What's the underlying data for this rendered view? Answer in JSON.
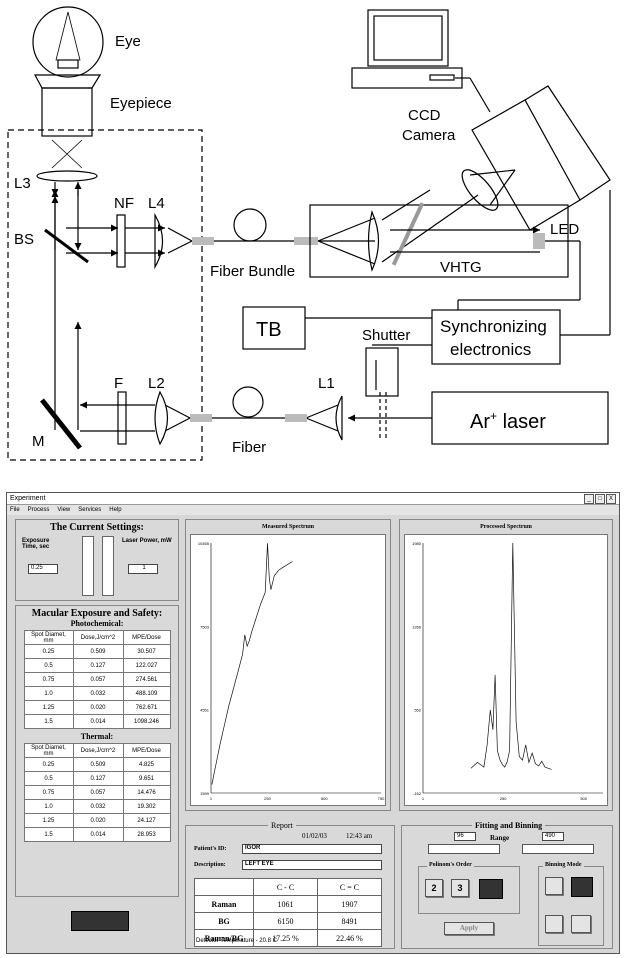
{
  "diagram": {
    "labels": {
      "eye": "Eye",
      "eyepiece": "Eyepiece",
      "l3": "L3",
      "bs": "BS",
      "nf": "NF",
      "l4": "L4",
      "fiber_bundle": "Fiber Bundle",
      "ccd_camera_1": "CCD",
      "ccd_camera_2": "Camera",
      "led": "LED",
      "vhtg": "VHTG",
      "tb": "TB",
      "sync_1": "Synchronizing",
      "sync_2": "electronics",
      "shutter": "Shutter",
      "l1": "L1",
      "laser": "Ar",
      "laser_sup": "+",
      "laser_tail": " laser",
      "f": "F",
      "l2": "L2",
      "m": "M",
      "fiber": "Fiber"
    }
  },
  "app": {
    "title": "Experiment",
    "menu": [
      "File",
      "Process",
      "View",
      "Services",
      "Help"
    ],
    "window_buttons": [
      "_",
      "□",
      "X"
    ],
    "settings": {
      "title": "The Current Settings:",
      "exposure_label": "Exposure Time, sec",
      "exposure_value": "0.25",
      "power_label": "Laser Power, mW",
      "power_value": "1"
    },
    "safety": {
      "title": "Macular Exposure and Safety:",
      "photo_title": "Photochemical:",
      "thermal_title": "Thermal:",
      "headers": [
        "Spot Diamet, mm",
        "Dose,J/cm^2",
        "MPE/Dose"
      ],
      "photo_rows": [
        [
          "0.25",
          "0.509",
          "30.507"
        ],
        [
          "0.5",
          "0.127",
          "122.027"
        ],
        [
          "0.75",
          "0.057",
          "274.561"
        ],
        [
          "1.0",
          "0.032",
          "488.109"
        ],
        [
          "1.25",
          "0.020",
          "762.671"
        ],
        [
          "1.5",
          "0.014",
          "1098.246"
        ]
      ],
      "thermal_rows": [
        [
          "0.25",
          "0.509",
          "4.825"
        ],
        [
          "0.5",
          "0.127",
          "9.651"
        ],
        [
          "0.75",
          "0.057",
          "14.476"
        ],
        [
          "1.0",
          "0.032",
          "19.302"
        ],
        [
          "1.25",
          "0.020",
          "24.127"
        ],
        [
          "1.5",
          "0.014",
          "28.953"
        ]
      ]
    },
    "measured": {
      "title": "Measured Spectrum",
      "yticks": [
        "10455",
        "7503",
        "4551",
        "1599"
      ],
      "xticks": [
        "1",
        "250",
        "500",
        "750"
      ]
    },
    "processed": {
      "title": "Processed Spectrum",
      "yticks": [
        "1980",
        "1266",
        "552",
        "-162"
      ],
      "xticks": [
        "1",
        "250",
        "500"
      ]
    },
    "report": {
      "title": "Report",
      "date": "01/02/03",
      "time": "12:43 am",
      "patient_label": "Patient's ID:",
      "patient_value": "IGOR",
      "desc_label": "Description:",
      "desc_value": "LEFT EYE",
      "col_headers": [
        "C - C",
        "C = C"
      ],
      "rows": [
        [
          "Raman",
          "1061",
          "1907"
        ],
        [
          "BG",
          "6150",
          "8491"
        ],
        [
          "Raman/BG",
          "17.25 %",
          "22.46 %"
        ]
      ],
      "detector": "Detector Temperature - 20.8 C"
    },
    "fitting": {
      "title": "Fitting and Binning",
      "range_label": "Range",
      "range_low": "96",
      "range_high": "490",
      "polinom_title": "Polinom's Order",
      "polinom_2": "2",
      "polinom_3": "3",
      "binning_title": "Binning Mode",
      "apply": "Apply"
    }
  },
  "chart_data": [
    {
      "type": "line",
      "title": "Measured Spectrum",
      "xlim": [
        1,
        750
      ],
      "ylim": [
        1599,
        10455
      ],
      "series": [
        {
          "x": [
            5,
            20,
            40,
            60,
            80,
            100,
            120,
            140,
            150,
            160,
            170,
            180,
            200,
            220,
            240,
            250,
            258,
            265,
            280,
            300,
            320,
            340,
            360
          ],
          "y": [
            1900,
            2500,
            3300,
            4000,
            4700,
            5300,
            5900,
            6500,
            7200,
            6800,
            7000,
            7300,
            7800,
            8300,
            8700,
            10450,
            9200,
            8800,
            9300,
            9500,
            9600,
            9700,
            9800
          ]
        }
      ]
    },
    {
      "type": "line",
      "title": "Processed Spectrum",
      "xlim": [
        1,
        560
      ],
      "ylim": [
        -162,
        1980
      ],
      "series": [
        {
          "x": [
            150,
            170,
            190,
            200,
            210,
            218,
            225,
            232,
            240,
            248,
            255,
            262,
            270,
            280,
            290,
            300,
            310,
            320,
            330,
            340,
            350,
            360,
            370,
            380,
            390,
            400
          ],
          "y": [
            50,
            100,
            60,
            250,
            550,
            380,
            850,
            200,
            120,
            80,
            60,
            100,
            200,
            1980,
            450,
            150,
            120,
            250,
            100,
            180,
            90,
            70,
            110,
            60,
            50,
            40
          ]
        }
      ]
    }
  ]
}
